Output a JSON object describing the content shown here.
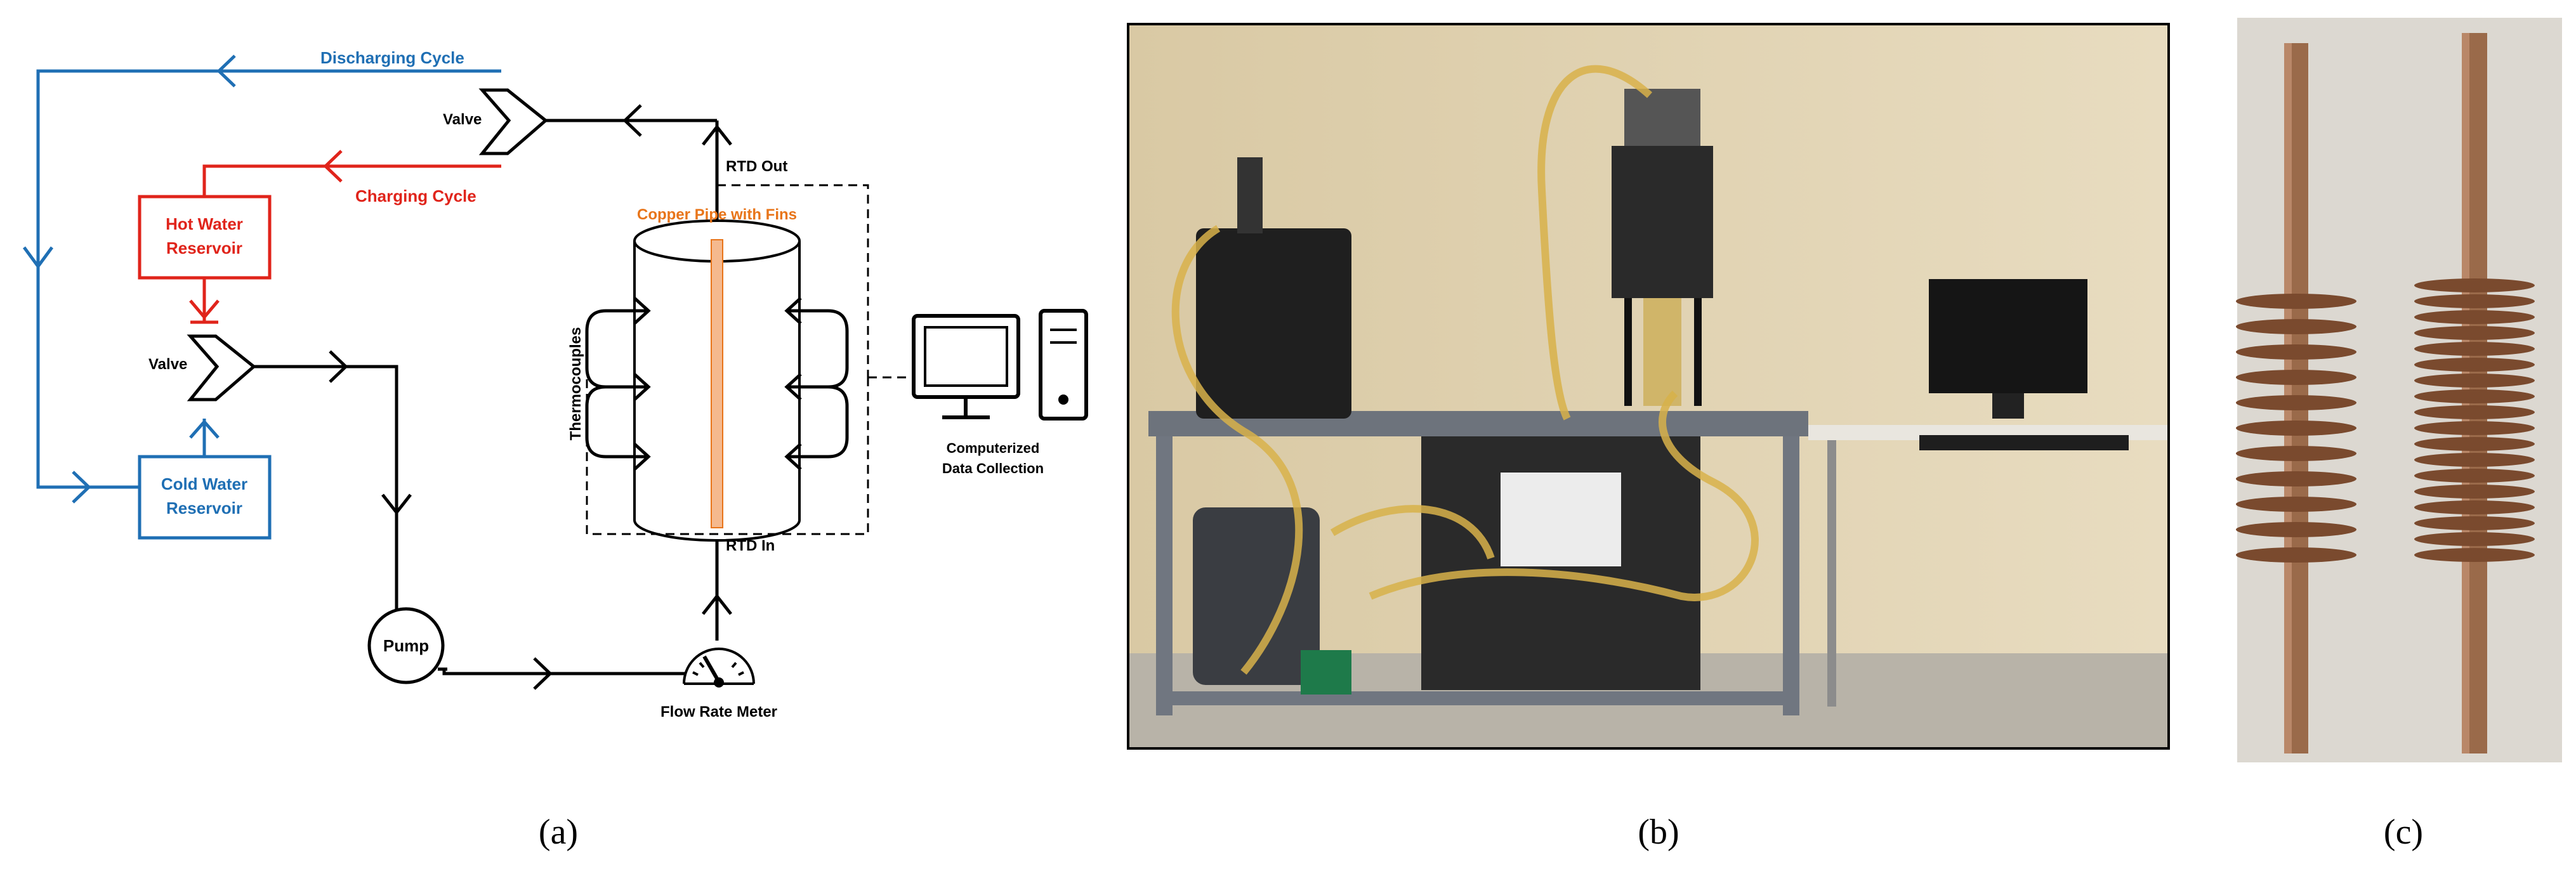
{
  "colors": {
    "blue": "#1f6fb4",
    "red": "#e0241b",
    "orange": "#e8751a",
    "pipe": "#f5b98e",
    "black": "#000000"
  },
  "panel_a": {
    "discharging_cycle": "Discharging Cycle",
    "charging_cycle": "Charging Cycle",
    "valve_top": "Valve",
    "valve_mid": "Valve",
    "rtd_out": "RTD Out",
    "rtd_in": "RTD In",
    "copper_pipe": "Copper Pipe with Fins",
    "hot_reservoir": [
      "Hot Water",
      "Reservoir"
    ],
    "cold_reservoir": [
      "Cold Water",
      "Reservoir"
    ],
    "thermocouples": "Thermocouples",
    "computer": [
      "Computerized",
      "Data Collection"
    ],
    "pump": "Pump",
    "flow_meter": "Flow Rate Meter",
    "icons": [
      "valve-icon",
      "computer-icon",
      "pump-icon",
      "flow-meter-icon"
    ]
  },
  "captions": {
    "a": "(a)",
    "b": "(b)",
    "c": "(c)"
  }
}
